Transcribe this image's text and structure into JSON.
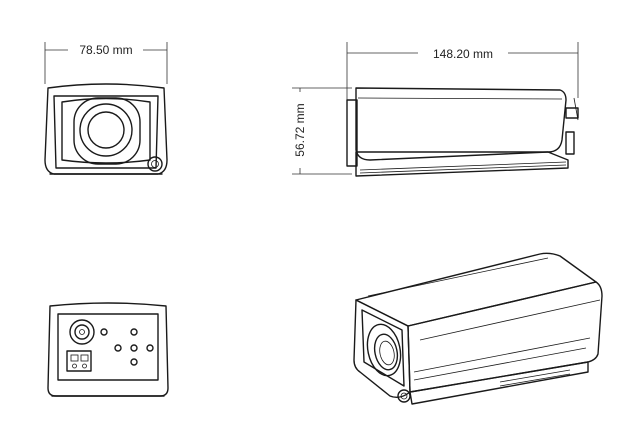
{
  "dimensions": {
    "width": "78.50 mm",
    "length": "148.20 mm",
    "height": "56.72 mm"
  },
  "views": [
    "front-view",
    "side-view",
    "rear-view",
    "isometric-view"
  ]
}
